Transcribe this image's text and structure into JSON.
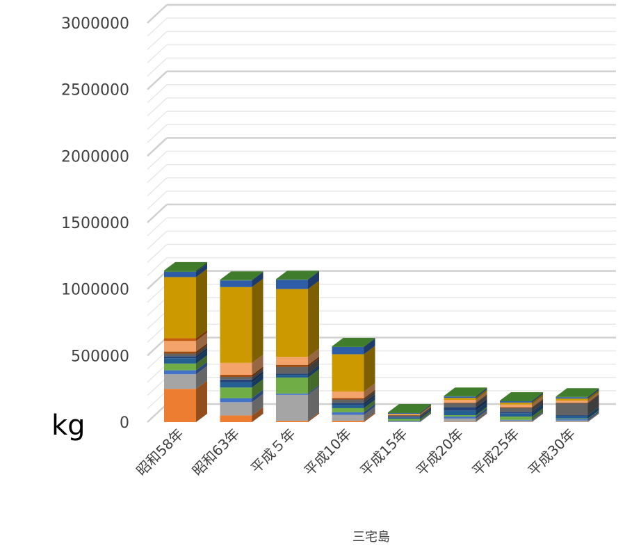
{
  "chart_data": {
    "type": "bar",
    "stacked": true,
    "three_d": true,
    "title": "",
    "xlabel": "三宅島",
    "unit_label": "kg",
    "ylim": [
      0,
      3000000
    ],
    "yticks": [
      0,
      500000,
      1000000,
      1500000,
      2000000,
      2500000,
      3000000
    ],
    "grid": true,
    "legend": "none",
    "categories": [
      "昭和58年",
      "昭和63年",
      "平成５年",
      "平成10年",
      "平成15年",
      "平成20年",
      "平成25年",
      "平成30年"
    ],
    "series": [
      {
        "color": "#ED7D31",
        "values": [
          250000,
          50000,
          10000,
          10000,
          0,
          2000,
          2000,
          2000
        ]
      },
      {
        "color": "#A5A5A5",
        "values": [
          110000,
          100000,
          195000,
          45000,
          5000,
          25000,
          10000,
          10000
        ]
      },
      {
        "color": "#4472C4",
        "values": [
          30000,
          30000,
          10000,
          20000,
          5000,
          15000,
          5000,
          10000
        ]
      },
      {
        "color": "#70AD47",
        "values": [
          50000,
          80000,
          120000,
          30000,
          15000,
          10000,
          25000,
          5000
        ]
      },
      {
        "color": "#255E91",
        "values": [
          40000,
          40000,
          20000,
          25000,
          10000,
          35000,
          25000,
          20000
        ]
      },
      {
        "color": "#264478",
        "values": [
          15000,
          20000,
          10000,
          15000,
          5000,
          25000,
          10000,
          5000
        ]
      },
      {
        "color": "#636363",
        "values": [
          20000,
          20000,
          50000,
          25000,
          10000,
          30000,
          30000,
          90000
        ]
      },
      {
        "color": "#9E480E",
        "values": [
          15000,
          15000,
          15000,
          10000,
          3000,
          5000,
          5000,
          5000
        ]
      },
      {
        "color": "#F4A46B",
        "values": [
          80000,
          90000,
          60000,
          50000,
          5000,
          20000,
          20000,
          15000
        ]
      },
      {
        "color": "#C55A11",
        "values": [
          20000,
          0,
          0,
          0,
          0,
          0,
          0,
          0
        ]
      },
      {
        "color": "#CC9900",
        "values": [
          460000,
          570000,
          510000,
          280000,
          5000,
          15000,
          15000,
          15000
        ]
      },
      {
        "color": "#2E5DA8",
        "values": [
          40000,
          50000,
          70000,
          55000,
          5000,
          10000,
          10000,
          10000
        ]
      },
      {
        "color": "#3F7D2C",
        "values": [
          10000,
          5000,
          5000,
          5000,
          5000,
          5000,
          5000,
          5000
        ]
      }
    ]
  }
}
